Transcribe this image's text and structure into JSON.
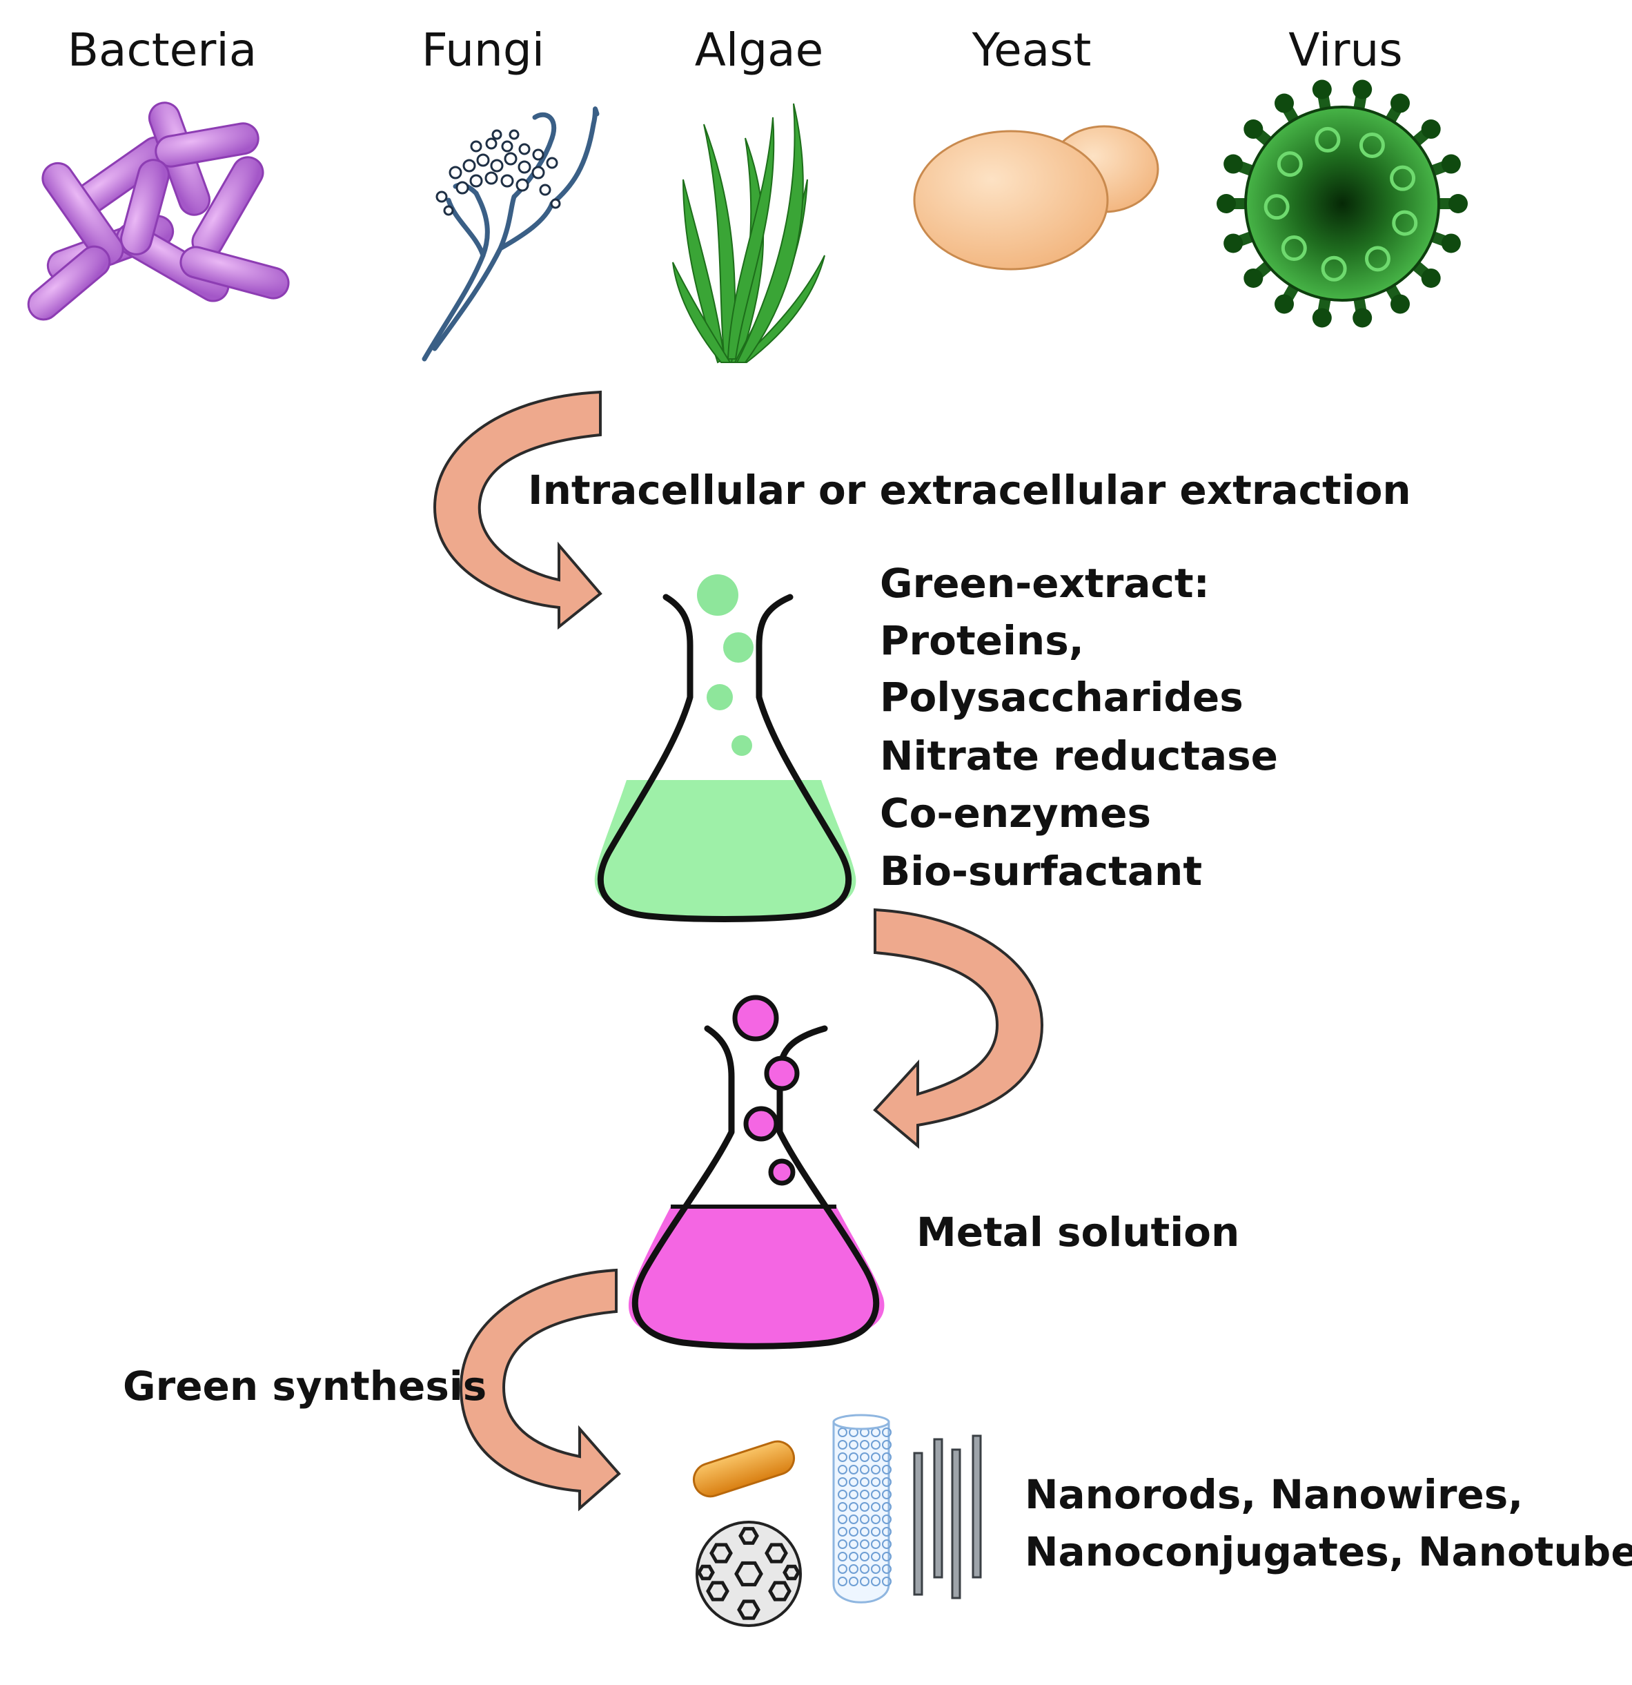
{
  "organisms": [
    {
      "label": "Bacteria",
      "icon": "bacteria-icon"
    },
    {
      "label": "Fungi",
      "icon": "fungi-icon"
    },
    {
      "label": "Algae",
      "icon": "algae-icon"
    },
    {
      "label": "Yeast",
      "icon": "yeast-icon"
    },
    {
      "label": "Virus",
      "icon": "virus-icon"
    }
  ],
  "steps": {
    "extraction": "Intracellular or extracellular extraction",
    "green_synthesis": "Green synthesis",
    "metal_solution": "Metal solution"
  },
  "green_extract": {
    "title": "Green-extract:",
    "items": [
      "Proteins,",
      "Polysaccharides",
      "Nitrate reductase",
      "Co-enzymes",
      "Bio-surfactant"
    ]
  },
  "products": {
    "line1": "Nanorods, Nanowires,",
    "line2": "Nanoconjugates, Nanotubes"
  },
  "colors": {
    "arrow_fill": "#eea98d",
    "arrow_stroke": "#2b2b2b",
    "green_liquid": "#9ef0a8",
    "green_bubble": "#8ee69b",
    "pink_liquid": "#f466e3",
    "bacteria": "#c77ee0",
    "fungi": "#4d79a8",
    "algae": "#3fae3a",
    "yeast": "#f6c79a",
    "virus": "#2e9a2e",
    "nanorod": "#f0a030"
  }
}
